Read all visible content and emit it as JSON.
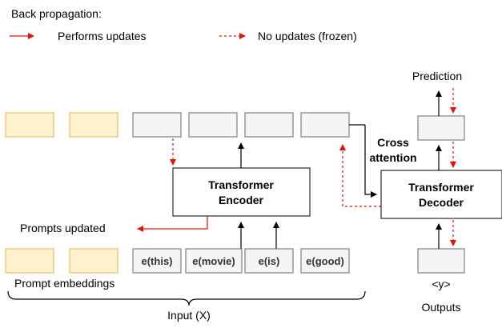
{
  "legend": {
    "title": "Back propagation:",
    "updates_label": "Performs updates",
    "frozen_label": "No updates (frozen)"
  },
  "encoder": {
    "line1": "Transformer",
    "line2": "Encoder"
  },
  "decoder": {
    "line1": "Transformer",
    "line2": "Decoder"
  },
  "cross_attention": {
    "line1": "Cross",
    "line2": "attention"
  },
  "labels": {
    "prompts_updated": "Prompts updated",
    "prompt_embeddings": "Prompt embeddings",
    "input": "Input (X)",
    "prediction": "Prediction",
    "target_token": "<y>",
    "outputs": "Outputs"
  },
  "input_tokens": [
    "e(this)",
    "e(movie)",
    "e(is)",
    "e(good)"
  ],
  "colors": {
    "prompt_fill": "#fff2cc",
    "prompt_stroke": "#d6b656",
    "token_fill": "#f5f5f5",
    "token_stroke": "#666666",
    "update_arrow": "#e51400",
    "frozen_arrow": "#e51400"
  }
}
